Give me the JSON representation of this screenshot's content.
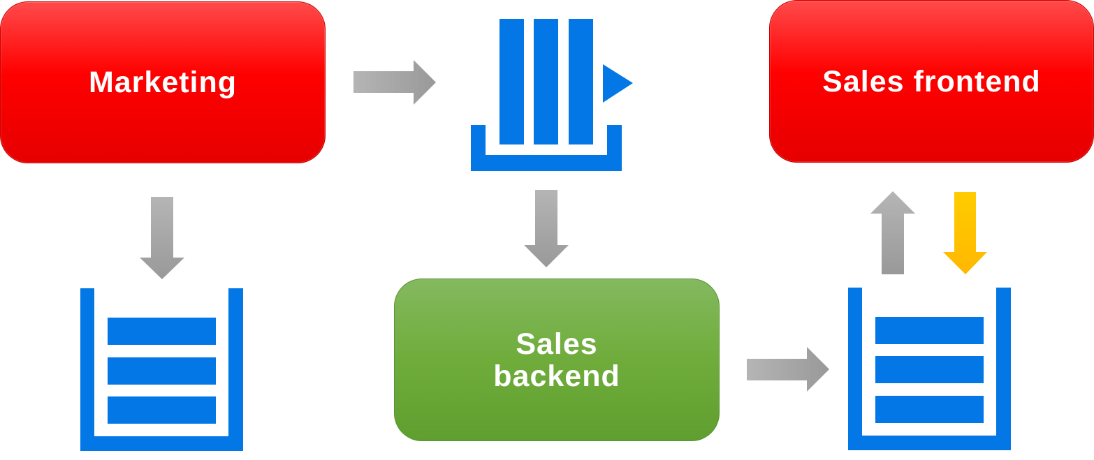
{
  "nodes": {
    "marketing": {
      "label": "Marketing"
    },
    "sales_frontend": {
      "label": "Sales frontend"
    },
    "sales_backend": {
      "label_line1": "Sales",
      "label_line2": "backend"
    }
  },
  "colors": {
    "box_red": "#ff0000",
    "box_green": "#6fac3b",
    "queue_blue": "#0277e5",
    "arrow_gray": "#a6a6a6",
    "arrow_yellow": "#ffc000"
  },
  "icons": {
    "stream": "stream-processor-icon",
    "queue_left": "queue-icon",
    "queue_right": "queue-icon"
  }
}
